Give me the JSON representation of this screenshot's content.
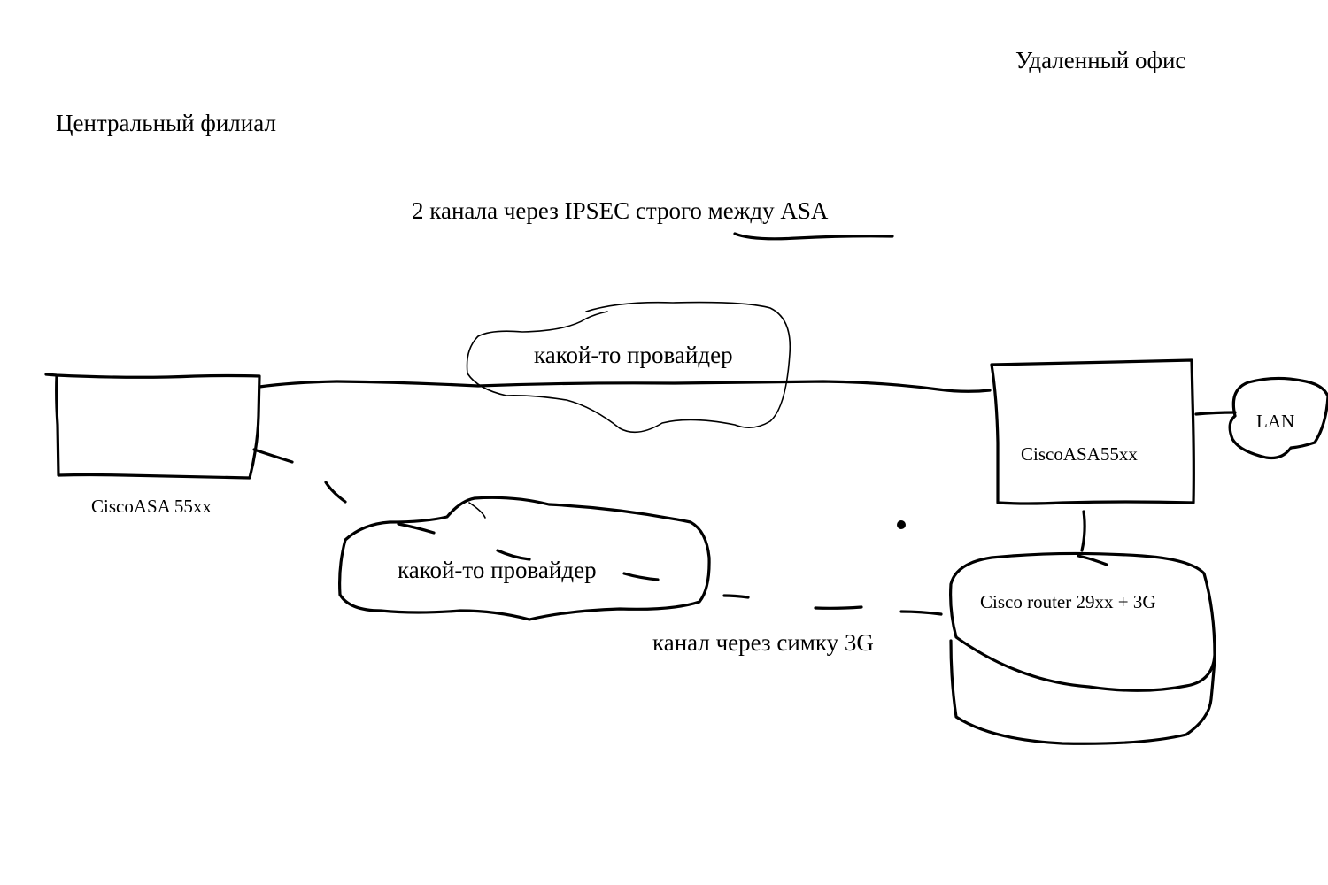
{
  "labels": {
    "central_branch": "Центральный филиал",
    "remote_office": "Удаленный офис",
    "ipsec_note": "2 канала через IPSEC строго между ASA",
    "provider_top": "какой-то провайдер",
    "provider_bottom": "какой-то провайдер",
    "asa_central": "CiscoASA 55xx",
    "asa_remote": "CiscoASA55xx",
    "lan": "LAN",
    "router": "Cisco router 29xx + 3G",
    "channel_3g": "канал через симку 3G"
  },
  "colors": {
    "ink": "#000000",
    "background": "#ffffff"
  }
}
